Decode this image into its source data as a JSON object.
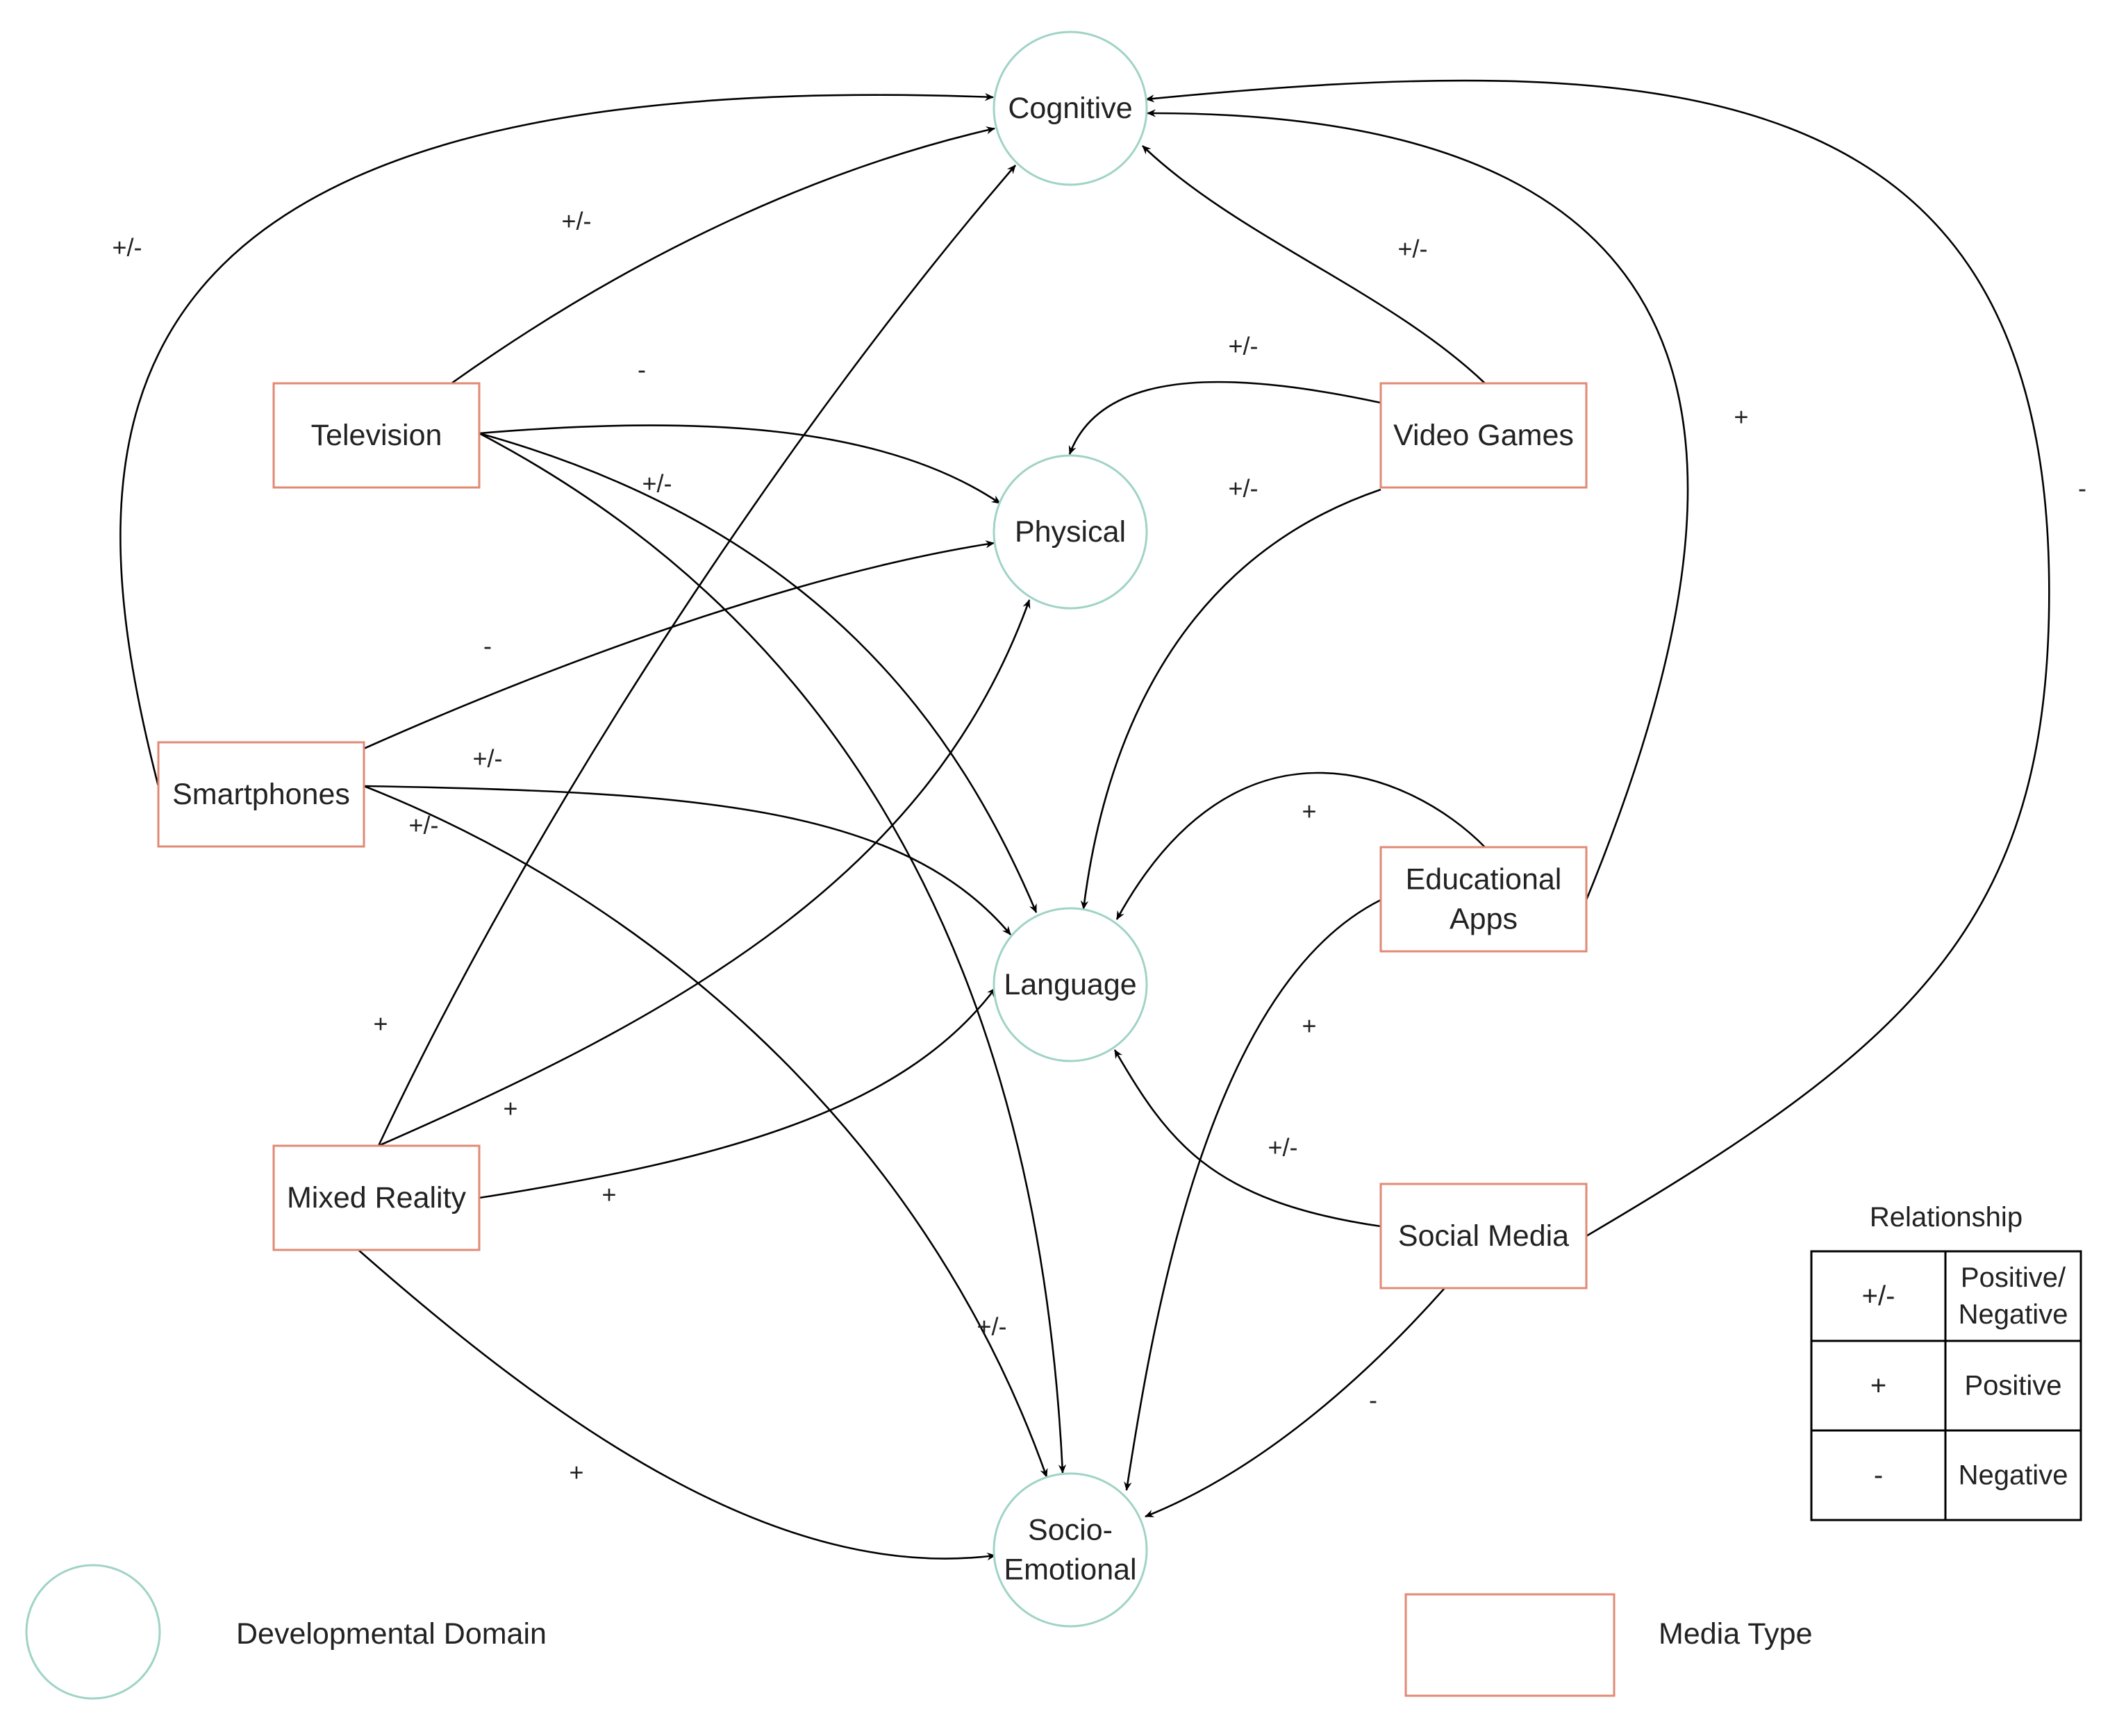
{
  "colors": {
    "domain_stroke": "#9fd3c6",
    "media_stroke": "#e08a74",
    "edge": "#000000",
    "text": "#222222"
  },
  "domains": [
    {
      "id": "cognitive",
      "label": [
        "Cognitive"
      ]
    },
    {
      "id": "physical",
      "label": [
        "Physical"
      ]
    },
    {
      "id": "language",
      "label": [
        "Language"
      ]
    },
    {
      "id": "socio-emotional",
      "label": [
        "Socio-",
        "Emotional"
      ]
    }
  ],
  "media": [
    {
      "id": "television",
      "label": [
        "Television"
      ]
    },
    {
      "id": "smartphones",
      "label": [
        "Smartphones"
      ]
    },
    {
      "id": "mixed-reality",
      "label": [
        "Mixed Reality"
      ]
    },
    {
      "id": "video-games",
      "label": [
        "Video Games"
      ]
    },
    {
      "id": "educational-apps",
      "label": [
        "Educational",
        "Apps"
      ]
    },
    {
      "id": "social-media",
      "label": [
        "Social Media"
      ]
    }
  ],
  "edges": [
    {
      "from": "smartphones",
      "to": "cognitive",
      "sign": "+/-"
    },
    {
      "from": "television",
      "to": "cognitive",
      "sign": "+/-"
    },
    {
      "from": "mixed-reality",
      "to": "cognitive",
      "sign": "+"
    },
    {
      "from": "video-games",
      "to": "cognitive",
      "sign": "+/-"
    },
    {
      "from": "educational-apps",
      "to": "cognitive",
      "sign": "+"
    },
    {
      "from": "social-media",
      "to": "cognitive",
      "sign": "-"
    },
    {
      "from": "television",
      "to": "physical",
      "sign": "-"
    },
    {
      "from": "smartphones",
      "to": "physical",
      "sign": "-"
    },
    {
      "from": "mixed-reality",
      "to": "physical",
      "sign": "+"
    },
    {
      "from": "video-games",
      "to": "physical",
      "sign": "+/-"
    },
    {
      "from": "television",
      "to": "language",
      "sign": "+/-"
    },
    {
      "from": "smartphones",
      "to": "language",
      "sign": "+/-"
    },
    {
      "from": "mixed-reality",
      "to": "language",
      "sign": "+"
    },
    {
      "from": "video-games",
      "to": "language",
      "sign": "+/-"
    },
    {
      "from": "educational-apps",
      "to": "language",
      "sign": "+"
    },
    {
      "from": "social-media",
      "to": "language",
      "sign": "+/-"
    },
    {
      "from": "television",
      "to": "socio-emotional",
      "sign": "+/-"
    },
    {
      "from": "smartphones",
      "to": "socio-emotional",
      "sign": "+/-"
    },
    {
      "from": "mixed-reality",
      "to": "socio-emotional",
      "sign": "+"
    },
    {
      "from": "educational-apps",
      "to": "socio-emotional",
      "sign": "+"
    },
    {
      "from": "social-media",
      "to": "socio-emotional",
      "sign": "-"
    }
  ],
  "legend": {
    "title": "Relationship",
    "rows": [
      {
        "symbol": "+/-",
        "meaning": [
          "Positive/",
          "Negative"
        ]
      },
      {
        "symbol": "+",
        "meaning": [
          "Positive"
        ]
      },
      {
        "symbol": "-",
        "meaning": [
          "Negative"
        ]
      }
    ],
    "domain_key": "Developmental Domain",
    "media_key": "Media Type"
  }
}
